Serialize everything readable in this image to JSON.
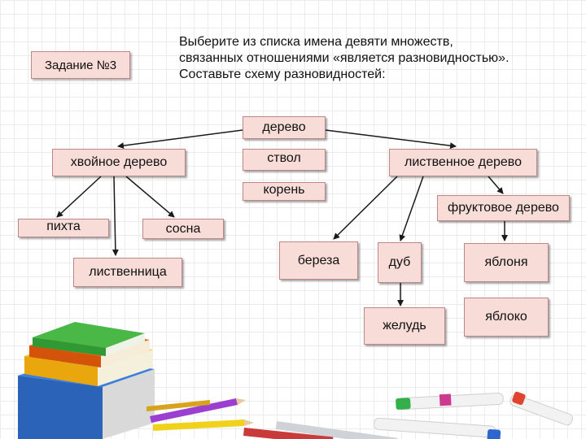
{
  "task_label": "Задание №3",
  "instruction_lines": [
    "Выберите из списка имена девяти множеств,",
    "связанных отношениями «является разновидностью».",
    "Составьте схему разновидностей:"
  ],
  "nodes": {
    "derevo": "дерево",
    "hvoinoe": "хвойное дерево",
    "stvol": "ствол",
    "listvennoe": "лиственное дерево",
    "koren": "корень",
    "fruktovoe": "фруктовое дерево",
    "pihta": "пихта",
    "sosna": "сосна",
    "listvennica": "лиственница",
    "bereza": "береза",
    "dub": "дуб",
    "yablonya": "яблоня",
    "zhelud": "желудь",
    "yabloko": "яблоко"
  },
  "colors": {
    "box_fill": "#f7dcd7",
    "line": "#1a1a1a"
  }
}
